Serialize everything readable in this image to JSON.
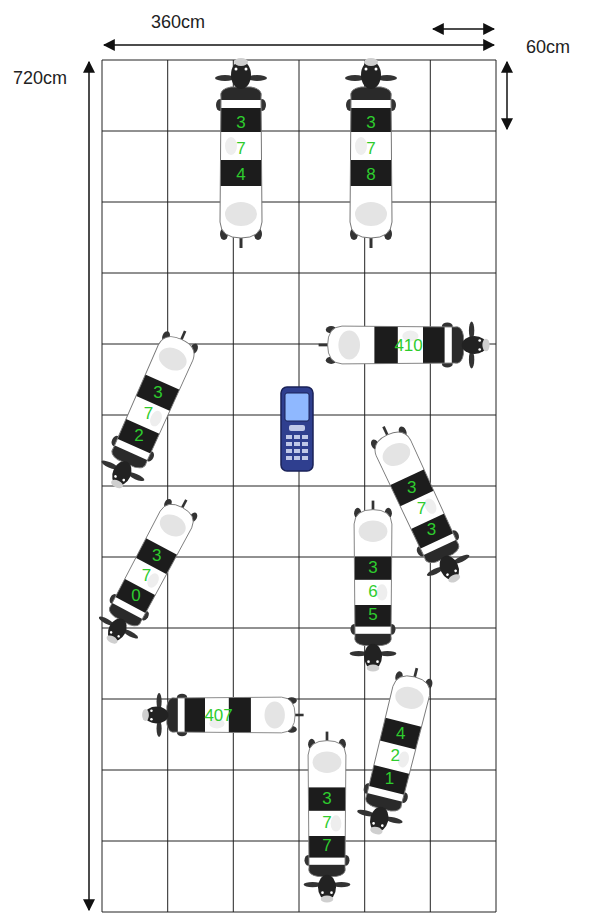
{
  "diagram": {
    "labels": [
      "360cm",
      "60cm",
      "720cm",
      "3",
      "7",
      "4",
      "3",
      "7",
      "8",
      "410",
      "3",
      "7",
      "2",
      "3",
      "7",
      "3",
      "3",
      "7",
      "0",
      "3",
      "6",
      "5",
      "407",
      "4",
      "2",
      "1",
      "3",
      "7",
      "7"
    ]
  }
}
